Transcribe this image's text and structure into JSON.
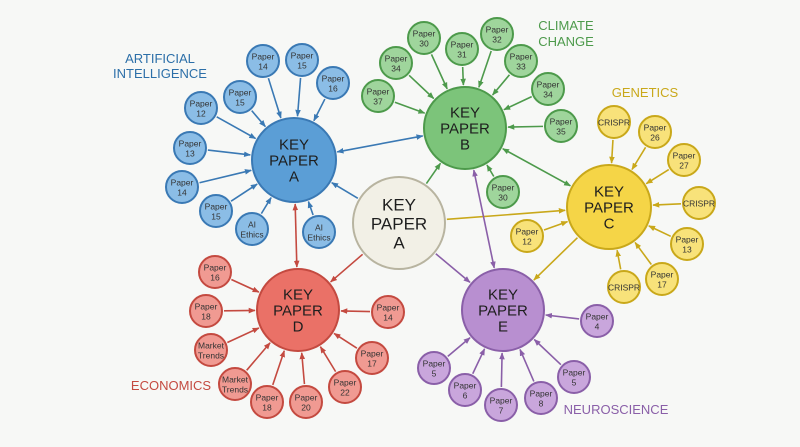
{
  "colors": {
    "ai": "#5b9ed6",
    "ai_stroke": "#3a79b4",
    "ai_text": "#2c6fa8",
    "ai_sat": "#8bbde6",
    "climate": "#7cc47a",
    "climate_stroke": "#4d9a4b",
    "climate_text": "#4d9a4b",
    "climate_sat": "#9fd59c",
    "genetics": "#f5d547",
    "genetics_stroke": "#c9a81a",
    "genetics_text": "#c9a81a",
    "genetics_sat": "#f8e27a",
    "economics": "#ea7167",
    "economics_stroke": "#c44a40",
    "economics_text": "#c44a40",
    "economics_sat": "#f09a92",
    "neuro": "#b88fd0",
    "neuro_stroke": "#8a5fa8",
    "neuro_text": "#8a5fa8",
    "neuro_sat": "#c9a6dc",
    "center": "#f2f0e6",
    "center_stroke": "#b8b4a0"
  },
  "center": {
    "label": [
      "KEY",
      "PAPER",
      "A"
    ]
  },
  "clusters": [
    {
      "id": "ai",
      "category": [
        "ARTIFICIAL",
        "INTELLIGENCE"
      ],
      "key_label": [
        "KEY",
        "PAPER",
        "A"
      ],
      "satellites": [
        {
          "label": [
            "Paper",
            "14"
          ]
        },
        {
          "label": [
            "Paper",
            "15"
          ]
        },
        {
          "label": [
            "Paper",
            "16"
          ]
        },
        {
          "label": [
            "Paper",
            "15"
          ]
        },
        {
          "label": [
            "Paper",
            "12"
          ]
        },
        {
          "label": [
            "Paper",
            "13"
          ]
        },
        {
          "label": [
            "Paper",
            "14"
          ]
        },
        {
          "label": [
            "Paper",
            "15"
          ]
        },
        {
          "label": [
            "AI",
            "Ethics"
          ]
        },
        {
          "label": [
            "AI",
            "Ethics"
          ]
        }
      ]
    },
    {
      "id": "climate",
      "category": [
        "CLIMATE",
        "CHANGE"
      ],
      "key_label": [
        "KEY",
        "PAPER",
        "B"
      ],
      "satellites": [
        {
          "label": [
            "Paper",
            "30"
          ]
        },
        {
          "label": [
            "Paper",
            "31"
          ]
        },
        {
          "label": [
            "Paper",
            "32"
          ]
        },
        {
          "label": [
            "Paper",
            "34"
          ]
        },
        {
          "label": [
            "Paper",
            "33"
          ]
        },
        {
          "label": [
            "Paper",
            "37"
          ]
        },
        {
          "label": [
            "Paper",
            "34"
          ]
        },
        {
          "label": [
            "Paper",
            "35"
          ]
        },
        {
          "label": [
            "Paper",
            "30"
          ]
        }
      ]
    },
    {
      "id": "genetics",
      "category": [
        "GENETICS"
      ],
      "key_label": [
        "KEY",
        "PAPER",
        "C"
      ],
      "satellites": [
        {
          "label": [
            "CRISPR"
          ]
        },
        {
          "label": [
            "Paper",
            "26"
          ]
        },
        {
          "label": [
            "Paper",
            "27"
          ]
        },
        {
          "label": [
            "CRISPR"
          ]
        },
        {
          "label": [
            "Paper",
            "13"
          ]
        },
        {
          "label": [
            "Paper",
            "17"
          ]
        },
        {
          "label": [
            "CRISPR"
          ]
        },
        {
          "label": [
            "Paper",
            "12"
          ]
        }
      ]
    },
    {
      "id": "economics",
      "category": [
        "ECONOMICS"
      ],
      "key_label": [
        "KEY",
        "PAPER",
        "D"
      ],
      "satellites": [
        {
          "label": [
            "Paper",
            "16"
          ]
        },
        {
          "label": [
            "Paper",
            "18"
          ]
        },
        {
          "label": [
            "Market",
            "Trends"
          ]
        },
        {
          "label": [
            "Market",
            "Trends"
          ]
        },
        {
          "label": [
            "Paper",
            "18"
          ]
        },
        {
          "label": [
            "Paper",
            "20"
          ]
        },
        {
          "label": [
            "Paper",
            "22"
          ]
        },
        {
          "label": [
            "Paper",
            "17"
          ]
        },
        {
          "label": [
            "Paper",
            "14"
          ]
        }
      ]
    },
    {
      "id": "neuro",
      "category": [
        "NEUROSCIENCE"
      ],
      "key_label": [
        "KEY",
        "PAPER",
        "E"
      ],
      "satellites": [
        {
          "label": [
            "Paper",
            "4"
          ]
        },
        {
          "label": [
            "Paper",
            "5"
          ]
        },
        {
          "label": [
            "Paper",
            "8"
          ]
        },
        {
          "label": [
            "Paper",
            "7"
          ]
        },
        {
          "label": [
            "Paper",
            "6"
          ]
        },
        {
          "label": [
            "Paper",
            "5"
          ]
        }
      ]
    }
  ]
}
